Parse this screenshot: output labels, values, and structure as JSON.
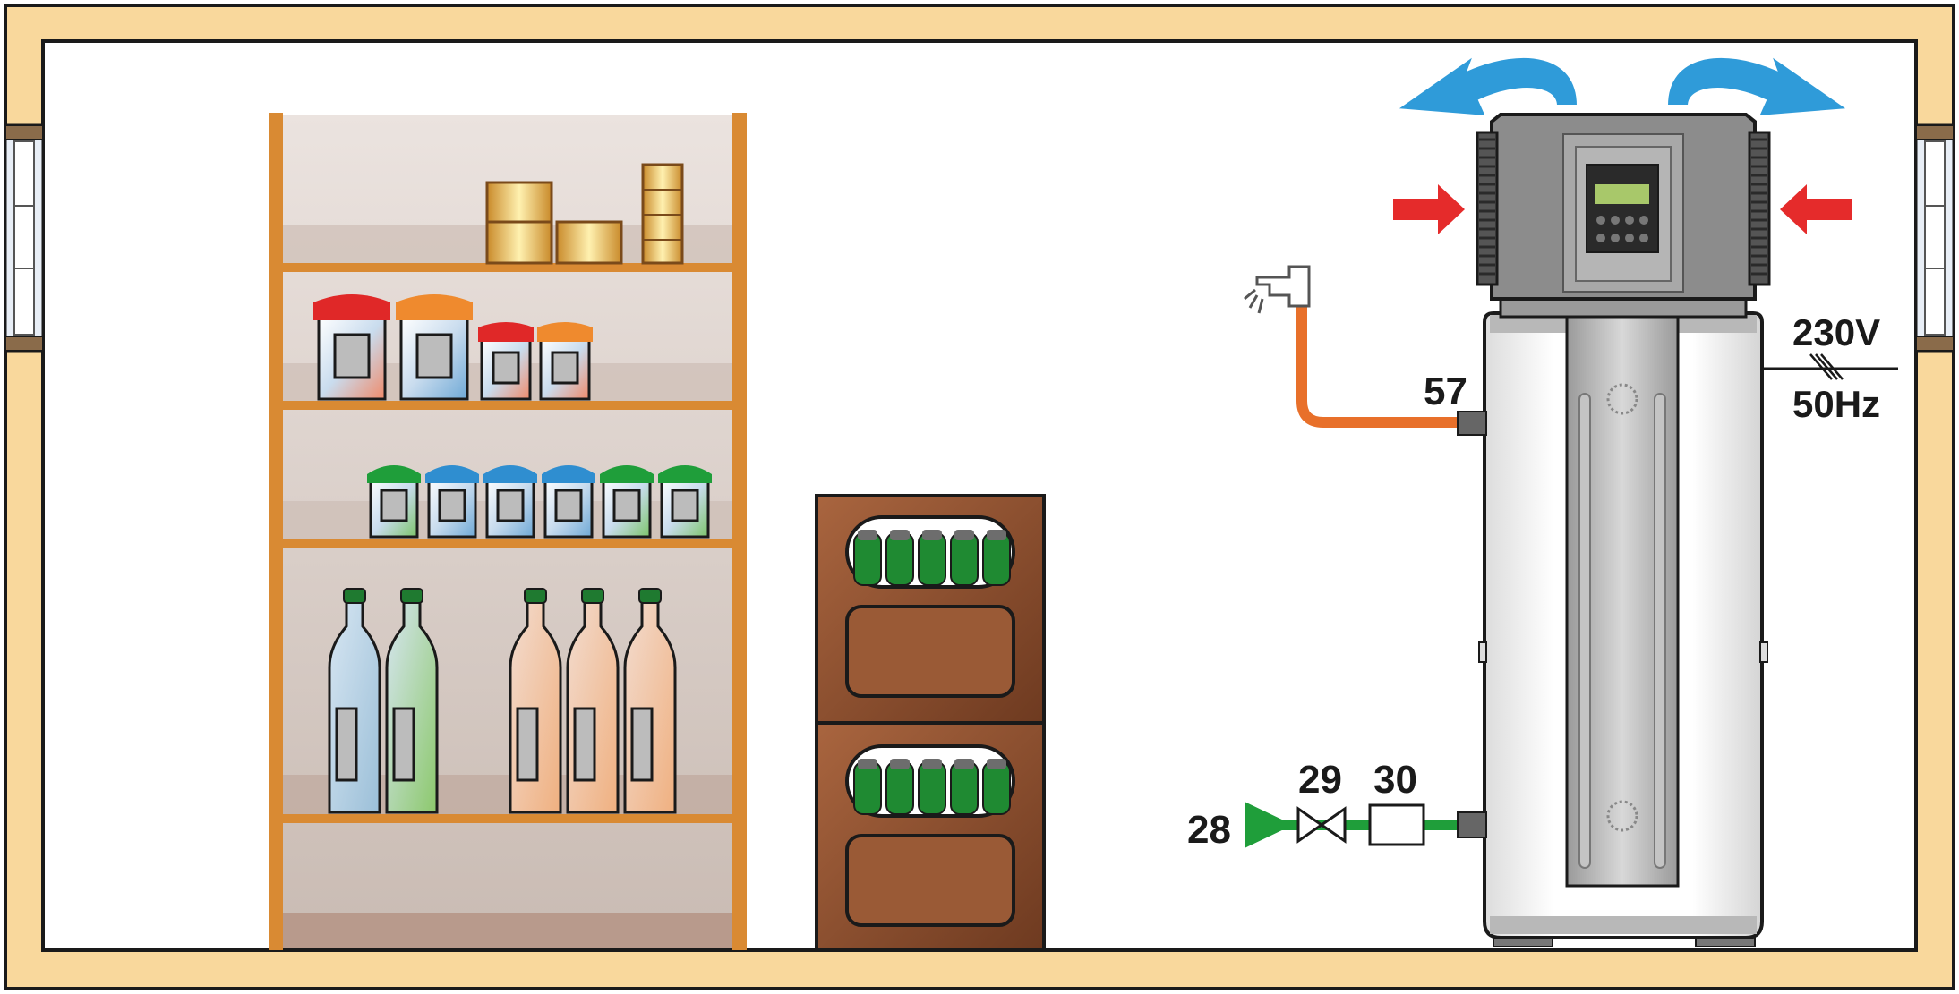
{
  "labels": {
    "hot_outlet": "57",
    "cold_inlet": "28",
    "valve": "29",
    "pressure_unit": "30",
    "voltage": "230V",
    "frequency": "50Hz"
  },
  "colors": {
    "wall": "#f9d89c",
    "wall_border": "#1a1a1a",
    "shelf_wood": "#d98a33",
    "hot_pipe": "#e8702a",
    "cold_pipe": "#1f9e3a",
    "air_out_arrow": "#2f9bd9",
    "air_in_arrow": "#e52b2b",
    "heat_pump_unit": "#8c8c8c",
    "tank": "#f4f4f4",
    "display": "#a8c86a",
    "crate": "#8c4a28"
  },
  "icons": {
    "tap": "faucet-icon",
    "valve": "valve-icon",
    "electric_supply": "three-phase-slash-icon",
    "air_exhaust": "curved-arrow-icon",
    "air_intake": "arrow-icon"
  }
}
